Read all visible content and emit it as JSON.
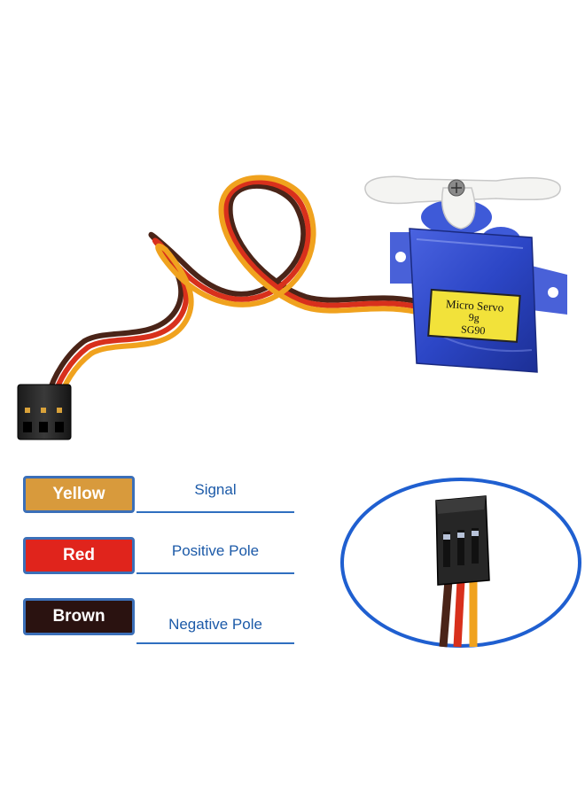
{
  "servo": {
    "label_line1": "Micro Servo",
    "label_line2": "9g",
    "label_line3": "SG90",
    "body_color": "#2a48c8",
    "label_color": "#f2e23a"
  },
  "legend": [
    {
      "color_name": "Yellow",
      "chip_color": "#d89a3c",
      "description": "Signal"
    },
    {
      "color_name": "Red",
      "chip_color": "#e0241c",
      "description": "Positive Pole"
    },
    {
      "color_name": "Brown",
      "chip_color": "#2a1210",
      "description": "Negative Pole"
    }
  ],
  "colors": {
    "accent_blue": "#2f6fc0",
    "wire_yellow": "#f0a21e",
    "wire_red": "#d8301c",
    "wire_brown": "#4a2418"
  }
}
